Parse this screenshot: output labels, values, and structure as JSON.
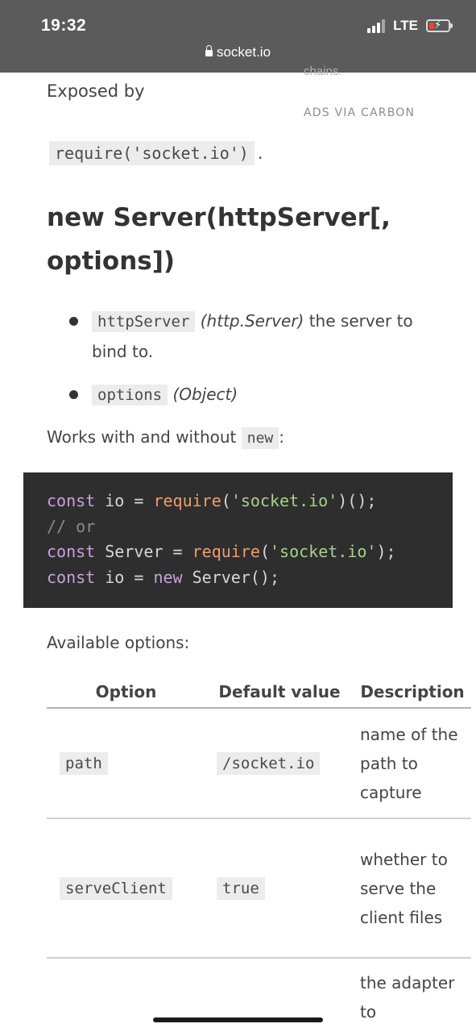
{
  "status_bar": {
    "time": "19:32",
    "network": "LTE",
    "url": "socket.io"
  },
  "ad": {
    "clipped_text": "chains.",
    "carbon_label": "ADS VIA CARBON"
  },
  "content": {
    "exposed_by": "Exposed by",
    "require_code": "require('socket.io')",
    "require_suffix": ".",
    "heading": "new Server(httpServer[, options])",
    "params": [
      {
        "name": "httpServer",
        "type": "(http.Server)",
        "desc": "the server to bind to."
      },
      {
        "name": "options",
        "type": "(Object)",
        "desc": ""
      }
    ],
    "works_prefix": "Works with and without",
    "works_code": "new",
    "works_suffix": ":",
    "code_lines": [
      [
        "const",
        " io = ",
        "require",
        "(",
        "'socket.io'",
        ")();"
      ],
      [
        "// or"
      ],
      [
        "const",
        " Server = ",
        "require",
        "(",
        "'socket.io'",
        ");"
      ],
      [
        "const",
        " io = ",
        "new",
        " Server();"
      ]
    ],
    "available_options": "Available options:",
    "table": {
      "headers": [
        "Option",
        "Default value",
        "Description"
      ],
      "rows": [
        {
          "option": "path",
          "default": "/socket.io",
          "description": "name of the path to capture"
        },
        {
          "option": "serveClient",
          "default": "true",
          "description": "whether to serve the client files"
        },
        {
          "option": "",
          "default": "",
          "description": "the adapter to"
        }
      ]
    }
  },
  "colors": {
    "status_bar_bg": "#5b5b5b",
    "code_bg": "#2e2e2e",
    "keyword": "#c9a0dc",
    "function": "#f39c6b",
    "string": "#a8d08d",
    "battery_low": "#ff3b30"
  }
}
